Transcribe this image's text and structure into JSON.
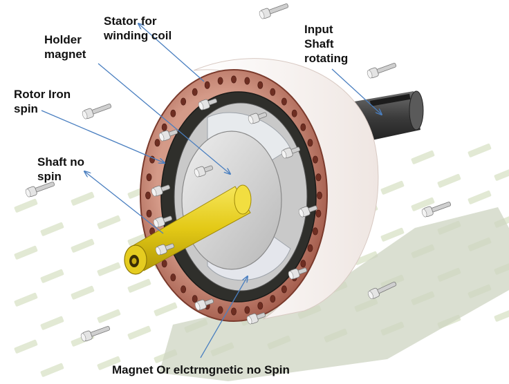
{
  "labels": {
    "stator": [
      "Stator for",
      "winding coil"
    ],
    "holder": [
      "Holder",
      "magnet"
    ],
    "input_shaft": [
      "Input",
      "Shaft",
      "rotating"
    ],
    "rotor": [
      "Rotor Iron",
      "spin"
    ],
    "shaft_no_spin": [
      "Shaft no",
      "spin"
    ],
    "magnet": "Magnet Or elctrmgnetic no Spin"
  },
  "colors": {
    "background": "#ffffff",
    "floor_grid": "#e2ead3",
    "shadow": "#c9d0bd",
    "stator_ring": "#c98a78",
    "stator_ring_dark": "#8a4c3d",
    "stator_side": "#f3ece8",
    "rotor_iron": "#3c3c38",
    "magnet_disc": "#d8d8d8",
    "shaft_yellow": "#e8d020",
    "shaft_dark": "#3e3e3e",
    "callout_line": "#4a7fc0",
    "label_text": "#111111"
  },
  "icons": {
    "bolt": "hex-socket-bolt-icon"
  }
}
